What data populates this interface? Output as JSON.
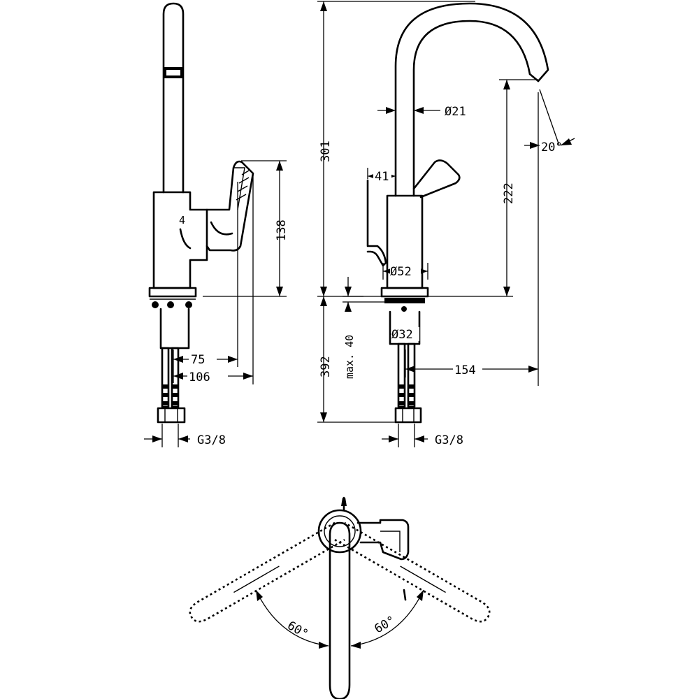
{
  "dimensions": {
    "total_height": "301",
    "spout_diameter": "Ø21",
    "spout_angle": "20°",
    "handle_offset": "41",
    "spout_height": "222",
    "body_height": "138",
    "body_diameter": "Ø52",
    "mount_diameter": "Ø32",
    "max_deck": "max. 40",
    "below_deck": "392",
    "handle_reach_short": "75",
    "handle_reach_long": "106",
    "spout_reach": "154",
    "connection_left": "G3/8",
    "connection_right": "G3/8",
    "swivel_left": "60°",
    "swivel_right": "60°"
  },
  "colors": {
    "line": "#000000",
    "background": "#ffffff"
  }
}
